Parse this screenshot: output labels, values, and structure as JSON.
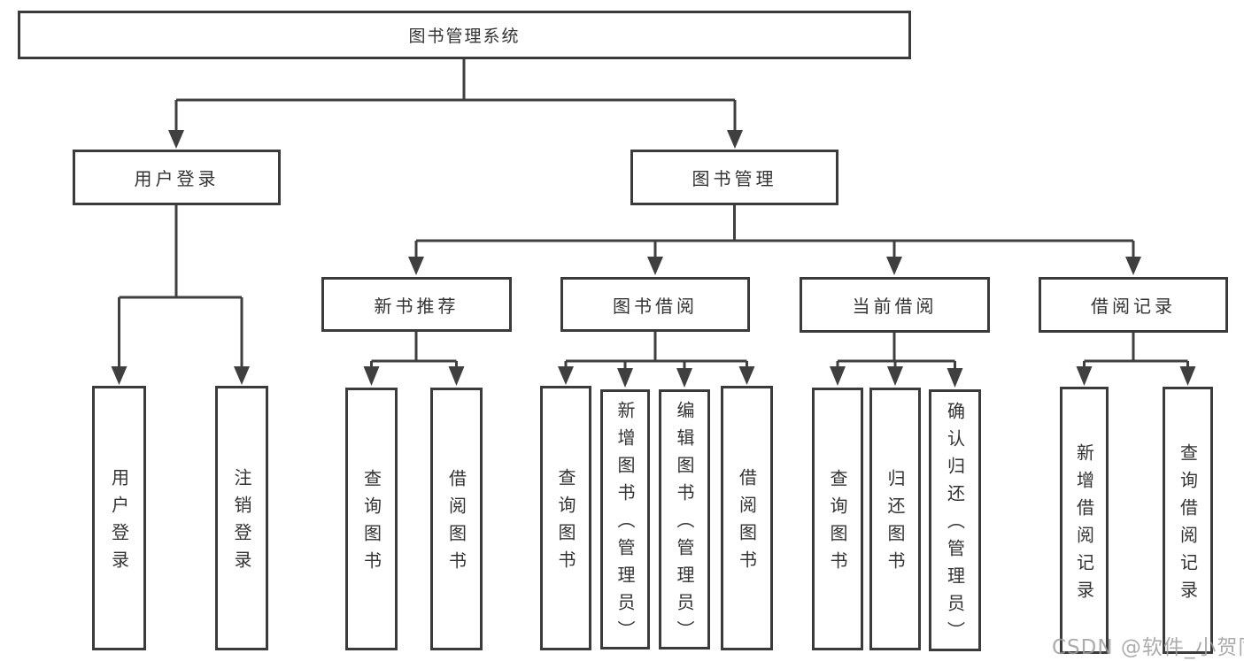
{
  "root": {
    "label": "图书管理系统"
  },
  "branches": [
    {
      "label": "用户登录",
      "children": [
        {
          "label": "用户登录"
        },
        {
          "label": "注销登录"
        }
      ]
    },
    {
      "label": "图书管理",
      "children": [
        {
          "label": "新书推荐",
          "children": [
            {
              "label": "查询图书"
            },
            {
              "label": "借阅图书"
            }
          ]
        },
        {
          "label": "图书借阅",
          "children": [
            {
              "label": "查询图书"
            },
            {
              "label": "新增图书（管理员）"
            },
            {
              "label": "编辑图书（管理员）"
            },
            {
              "label": "借阅图书"
            }
          ]
        },
        {
          "label": "当前借阅",
          "children": [
            {
              "label": "查询图书"
            },
            {
              "label": "归还图书"
            },
            {
              "label": "确认归还（管理员）"
            }
          ]
        },
        {
          "label": "借阅记录",
          "children": [
            {
              "label": "新增借阅记录"
            },
            {
              "label": "查询借阅记录"
            }
          ]
        }
      ]
    }
  ],
  "watermark": "CSDN @软件_小贺同学",
  "colors": {
    "line": "#3f3f3f",
    "border": "#3b3b3b",
    "text": "#333333",
    "watermark": "#9e9e9e"
  }
}
